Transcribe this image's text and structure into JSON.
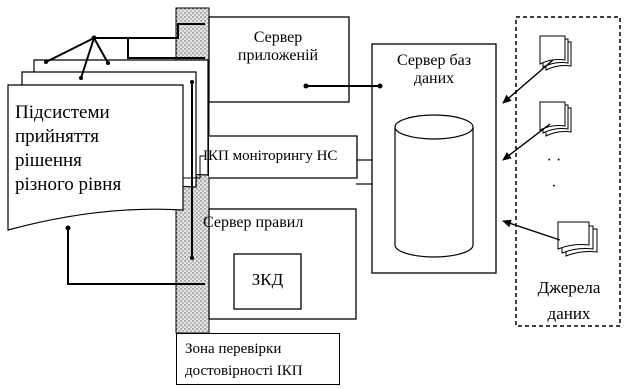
{
  "diagram": {
    "subsystems_label": [
      "Підсистеми",
      "прийняття",
      "рішення",
      "різного рівня"
    ],
    "app_server_label": [
      "Сервер",
      "приложеній"
    ],
    "db_server_label": [
      "Сервер баз",
      "даних"
    ],
    "monitoring_label": "ІКП моніторингу НС",
    "rules_server_label": "Сервер правил",
    "zkd_label": "ЗКД",
    "sources_label": [
      "Джерела",
      "даних"
    ],
    "zone_label": [
      "Зона перевірки",
      "достовірності ІКП"
    ],
    "dots": "· · ·"
  },
  "colors": {
    "zone_fill": "#d8d8d8",
    "line": "#000000",
    "background": "#ffffff"
  },
  "icons": {
    "db_cylinder": "database-cylinder-icon",
    "document_stack": "document-stack-icon"
  }
}
